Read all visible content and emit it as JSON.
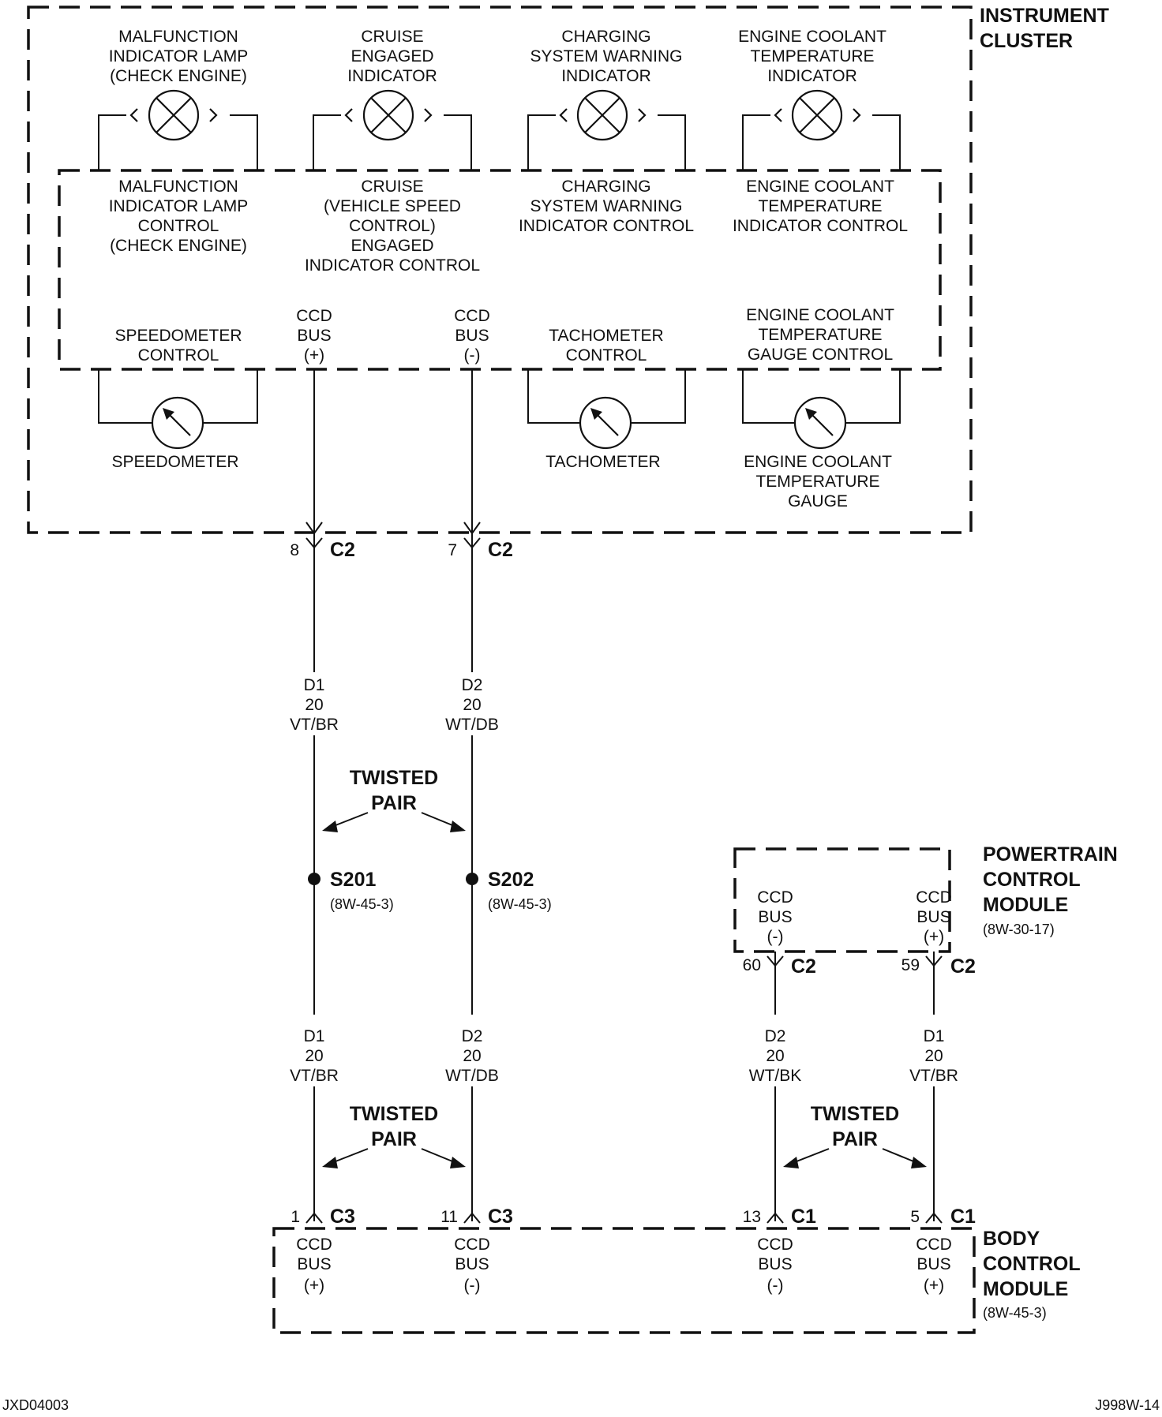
{
  "instrument_cluster": {
    "title_lines": [
      "INSTRUMENT",
      "CLUSTER"
    ],
    "lamps": [
      {
        "name_lines": [
          "MALFUNCTION",
          "INDICATOR LAMP",
          "(CHECK ENGINE)"
        ],
        "control_lines": [
          "MALFUNCTION",
          "INDICATOR LAMP",
          "CONTROL",
          "(CHECK ENGINE)"
        ]
      },
      {
        "name_lines": [
          "CRUISE",
          "ENGAGED",
          "INDICATOR"
        ],
        "control_lines": [
          "CRUISE",
          "(VEHICLE SPEED",
          "CONTROL)",
          "ENGAGED",
          "INDICATOR CONTROL"
        ]
      },
      {
        "name_lines": [
          "CHARGING",
          "SYSTEM WARNING",
          "INDICATOR"
        ],
        "control_lines": [
          "CHARGING",
          "SYSTEM WARNING",
          "INDICATOR CONTROL"
        ]
      },
      {
        "name_lines": [
          "ENGINE COOLANT",
          "TEMPERATURE",
          "INDICATOR"
        ],
        "control_lines": [
          "ENGINE COOLANT",
          "TEMPERATURE",
          "INDICATOR CONTROL"
        ]
      }
    ],
    "gauges": [
      {
        "control_lines": [
          "SPEEDOMETER",
          "CONTROL"
        ],
        "name_lines": [
          "SPEEDOMETER"
        ]
      },
      {
        "control_lines": [
          "TACHOMETER",
          "CONTROL"
        ],
        "name_lines": [
          "TACHOMETER"
        ]
      },
      {
        "control_lines": [
          "ENGINE COOLANT",
          "TEMPERATURE",
          "GAUGE CONTROL"
        ],
        "name_lines": [
          "ENGINE COOLANT",
          "TEMPERATURE",
          "GAUGE"
        ]
      }
    ],
    "bus_terminals": [
      {
        "lines": [
          "CCD",
          "BUS",
          "(+)"
        ],
        "pin": "8",
        "connector": "C2"
      },
      {
        "lines": [
          "CCD",
          "BUS",
          "(-)"
        ],
        "pin": "7",
        "connector": "C2"
      }
    ]
  },
  "wires": {
    "ic_d1": [
      "D1",
      "20",
      "VT/BR"
    ],
    "ic_d2": [
      "D2",
      "20",
      "WT/DB"
    ],
    "bcm_d1": [
      "D1",
      "20",
      "VT/BR"
    ],
    "bcm_d2": [
      "D2",
      "20",
      "WT/DB"
    ],
    "pcm_d2": [
      "D2",
      "20",
      "WT/BK"
    ],
    "pcm_d1": [
      "D1",
      "20",
      "VT/BR"
    ]
  },
  "twisted_pair_lines": [
    "TWISTED",
    "PAIR"
  ],
  "splices": [
    {
      "id": "S201",
      "ref": "(8W-45-3)"
    },
    {
      "id": "S202",
      "ref": "(8W-45-3)"
    }
  ],
  "powertrain_control_module": {
    "title_lines": [
      "POWERTRAIN",
      "CONTROL",
      "MODULE"
    ],
    "ref": "(8W-30-17)",
    "terminals": [
      {
        "lines": [
          "CCD",
          "BUS",
          "(-)"
        ],
        "pin": "60",
        "connector": "C2"
      },
      {
        "lines": [
          "CCD",
          "BUS",
          "(+)"
        ],
        "pin": "59",
        "connector": "C2"
      }
    ]
  },
  "body_control_module": {
    "title_lines": [
      "BODY",
      "CONTROL",
      "MODULE"
    ],
    "ref": "(8W-45-3)",
    "terminals": [
      {
        "lines": [
          "CCD",
          "BUS",
          "(+)"
        ],
        "pin": "1",
        "connector": "C3"
      },
      {
        "lines": [
          "CCD",
          "BUS",
          "(-)"
        ],
        "pin": "11",
        "connector": "C3"
      },
      {
        "lines": [
          "CCD",
          "BUS",
          "(-)"
        ],
        "pin": "13",
        "connector": "C1"
      },
      {
        "lines": [
          "CCD",
          "BUS",
          "(+)"
        ],
        "pin": "5",
        "connector": "C1"
      }
    ]
  },
  "footer": {
    "left_code": "JXD04003",
    "right_code": "J998W-14"
  }
}
